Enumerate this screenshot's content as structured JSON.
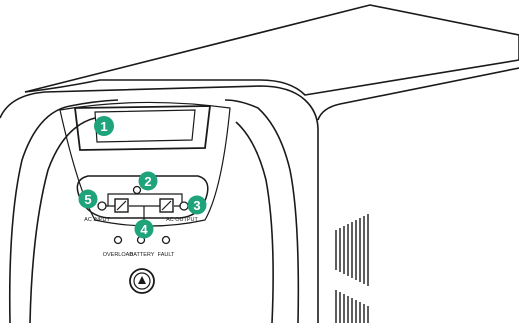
{
  "colors": {
    "outline": "#1a1a1a",
    "callout": "#1fa37a",
    "callout_text": "#ffffff",
    "background": "#ffffff"
  },
  "callouts": [
    {
      "number": "1",
      "target": "LCD display window"
    },
    {
      "number": "2",
      "target": "Bypass path indicator"
    },
    {
      "number": "3",
      "target": "AC output indicator"
    },
    {
      "number": "4",
      "target": "Battery path indicator"
    },
    {
      "number": "5",
      "target": "AC input indicator"
    }
  ],
  "panel_labels": {
    "ac_input": "AC INPUT",
    "ac_output": "AC OUTPUT",
    "overload": "OVERLOAD",
    "battery": "BATTERY",
    "fault": "FAULT"
  },
  "icons": {
    "inverter": "inverter-icon",
    "power_button": "power-button-icon"
  }
}
